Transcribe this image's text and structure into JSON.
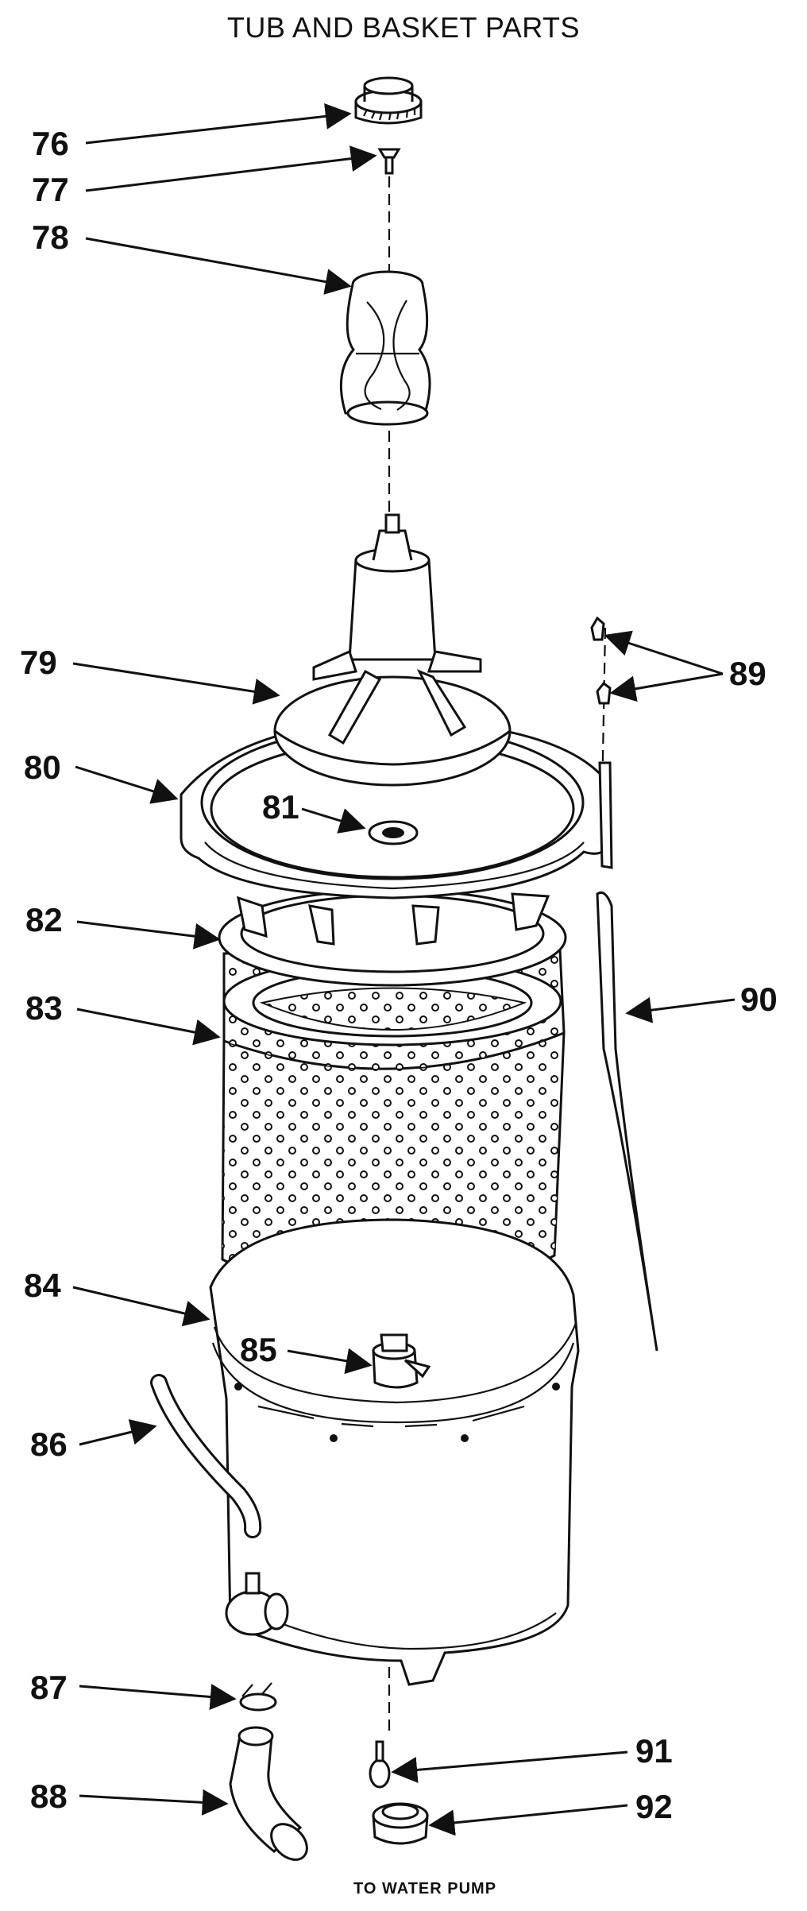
{
  "title": "TUB AND BASKET PARTS",
  "note": "TO WATER PUMP",
  "callouts": [
    "76",
    "77",
    "78",
    "79",
    "80",
    "81",
    "82",
    "83",
    "84",
    "85",
    "86",
    "87",
    "88",
    "89",
    "90",
    "91",
    "92"
  ]
}
